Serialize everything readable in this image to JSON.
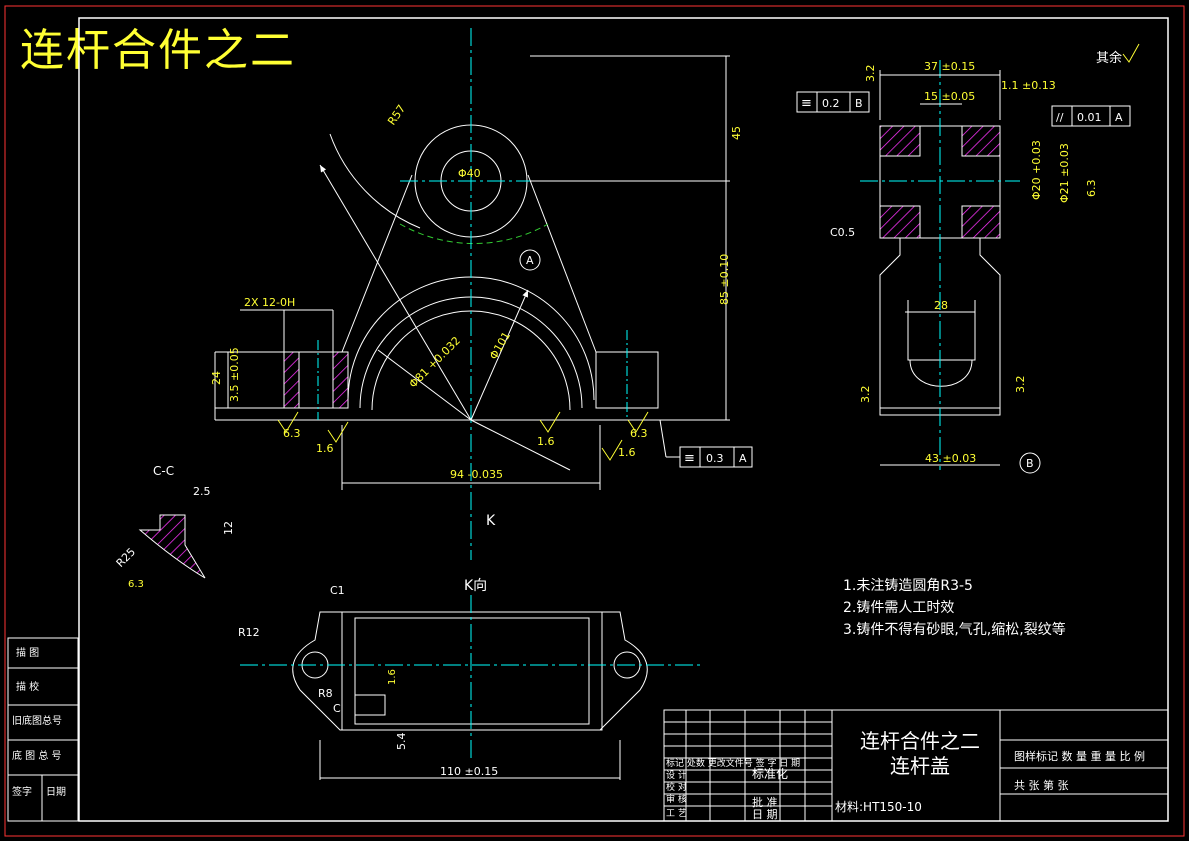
{
  "banner_title": "连杆合件之二",
  "roughness_note": "其余",
  "tech_notes": [
    "1.未注铸造圆角R3-5",
    "2.铸件需人工时效",
    "3.铸件不得有砂眼,气孔,缩松,裂纹等"
  ],
  "section_labels": {
    "section_cc": "C-C",
    "view_k": "K向",
    "arrow_k": "K",
    "datum_a": "A",
    "datum_b": "B",
    "cut_c": "C"
  },
  "dims": {
    "r57": "R57",
    "d40": "Φ40",
    "d45": "45",
    "d85": "85 ±0.10",
    "hole_2x12": "2X 12-0H",
    "h24": "24",
    "h35": "3.5 ±0.05",
    "d101": "Φ101",
    "d81": "Φ81 +0.032",
    "w94": "94 -0.035",
    "r16": "1.6",
    "r63": "6.3",
    "r16b": "1.6",
    "r16c": "1.6",
    "r63b": "6.3",
    "w37": "37 ±0.15",
    "w15": "15 ±0.05",
    "w11": "1.1 ±0.13",
    "d20": "Φ20 +0.03",
    "d21": "Φ21 ±0.03",
    "c05": "C0.5",
    "w28": "28",
    "w43": "43 ±0.03",
    "r32a": "3.2",
    "r32b": "3.2",
    "r63c": "6.3",
    "r32c": "3.2",
    "cc_25": "2.5",
    "cc_12": "12",
    "cc_r25": "R25",
    "cc_63": "6.3",
    "k_c1": "C1",
    "k_r12": "R12",
    "k_r8": "R8",
    "k_110": "110 ±0.15",
    "k_54": "5.4",
    "k_r16": "1.6"
  },
  "tolerance_frames": [
    {
      "symbol": "≡",
      "value": "0.2",
      "datum": "B"
    },
    {
      "symbol": "//",
      "value": "0.01",
      "datum": "A"
    },
    {
      "symbol": "≡",
      "value": "0.3",
      "datum": "A"
    }
  ],
  "left_block": [
    {
      "label": "描 图"
    },
    {
      "label": "描 校"
    },
    {
      "label": "旧底图总号"
    },
    {
      "label": "底 图 总 号"
    },
    {
      "label": "签字",
      "label2": "日期"
    }
  ],
  "title_block": {
    "part_assembly": "连杆合件之二",
    "part_name": "连杆盖",
    "material": "材料:HT150-10",
    "header_row": "标记 处数 更改文件号 签 字 日 期",
    "design": "设 计",
    "check": "校 对",
    "review": "审 核",
    "process": "工 艺",
    "standardize": "标准化",
    "approve": "批 准",
    "date": "日 期",
    "right_header": "图样标记  数 量  重 量  比 例",
    "right_footer": "共   张       第    张"
  },
  "colors": {
    "line": "#ffffff",
    "dim": "#ffff33",
    "center": "#00ffff",
    "hatch": "#ff33ff",
    "border": "#ff3333",
    "arc": "#33cc33"
  }
}
